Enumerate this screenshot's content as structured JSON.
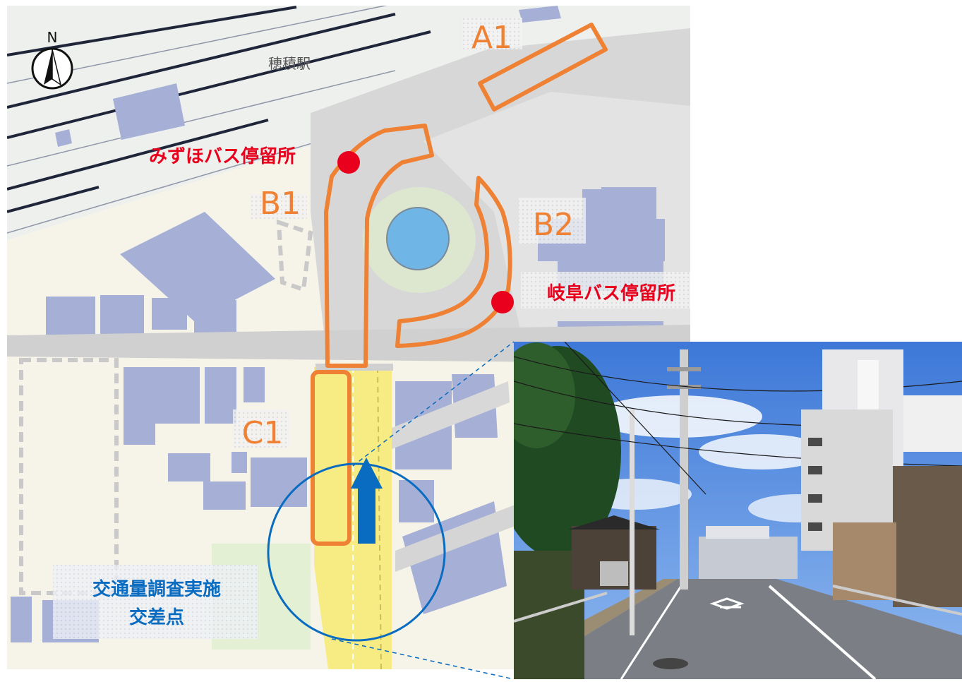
{
  "compass": {
    "label": "N"
  },
  "station": {
    "label": "穂積駅"
  },
  "zones": {
    "a1": "A1",
    "b1": "B1",
    "b2": "B2",
    "c1": "C1"
  },
  "bus_stops": {
    "mizuho": "みずほバス停留所",
    "gifu": "岐阜バス停留所"
  },
  "survey_label": {
    "line1": "交通量調査実施",
    "line2": "交差点"
  },
  "colors": {
    "zone_outline": "#ee8133",
    "zone_text": "#ee8133",
    "bus_stop": "#e8001d",
    "survey": "#0a6cc0",
    "road_yellow": "#f7ec83",
    "building": "#a6b0d6",
    "map_bg": "#f5f3e6"
  },
  "photo": {
    "alt": "street-view-photo"
  }
}
